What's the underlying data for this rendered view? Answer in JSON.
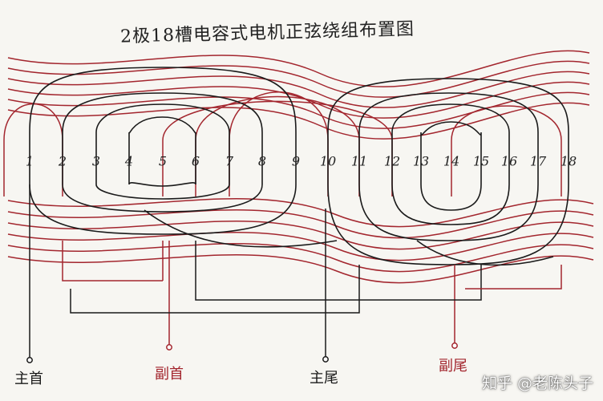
{
  "title": "2极18槽电容式电机正弦绕组布置图",
  "slots": [
    "1",
    "2",
    "3",
    "4",
    "5",
    "6",
    "7",
    "8",
    "9",
    "10",
    "11",
    "12",
    "13",
    "14",
    "15",
    "16",
    "17",
    "18"
  ],
  "leads": {
    "main_head": "主首",
    "aux_head": "副首",
    "main_tail": "主尾",
    "aux_tail": "副尾"
  },
  "watermark": "知乎 @老陈头子",
  "colors": {
    "main_winding": "#1a1a1a",
    "aux_winding": "#a3262e",
    "background": "#f7f6f2"
  }
}
